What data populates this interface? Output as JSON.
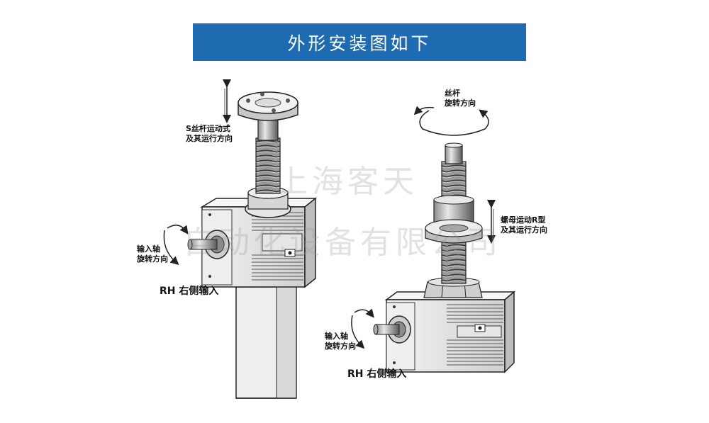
{
  "title": "外形安装图如下",
  "watermark": {
    "line1": "上海客天",
    "line2": "自动化设备有限公司"
  },
  "left_figure": {
    "motion_label_line1": "S丝杆运动式",
    "motion_label_line2": "及其运行方向",
    "input_label_line1": "输入轴",
    "input_label_line2": "旋转方向",
    "rh_label": "RH  右侧输入"
  },
  "right_figure": {
    "screw_label_line1": "丝杆",
    "screw_label_line2": "旋转方向",
    "nut_label_line1": "螺母运动R型",
    "nut_label_line2": "及其运行方向",
    "input_label_line1": "输入轴",
    "input_label_line2": "旋转方向",
    "rh_label": "RH  右侧输入"
  },
  "colors": {
    "title_bg": "#1f6bb1",
    "title_text": "#ffffff",
    "line": "#222222",
    "metal_light": "#f0f0f0",
    "metal_mid": "#c9c9c9",
    "metal_dark": "#7a7a7a"
  }
}
